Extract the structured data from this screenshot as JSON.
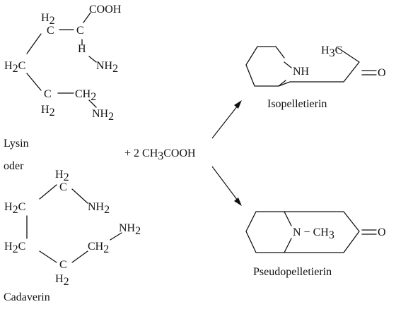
{
  "lysine": {
    "name": "Lysin",
    "or_label": "oder",
    "cooh": "COOH",
    "h2": "H",
    "sub2": "2",
    "c": "C",
    "h": "H",
    "nh": "NH",
    "h2c": "H",
    "ch": "CH"
  },
  "cadaverine": {
    "name": "Cadaverin",
    "h": "H",
    "sub2": "2",
    "c": "C",
    "nh": "NH",
    "ch": "CH"
  },
  "reagent": {
    "prefix": "+ 2 CH",
    "sub3": "3",
    "suffix": "COOH"
  },
  "isopelletierine": {
    "name": "Isopelletierin",
    "nh": "NH",
    "h3c_h": "H",
    "sub3": "3",
    "h3c_c": "C",
    "o": "O"
  },
  "pseudopelletierine": {
    "name": "Pseudopelletierin",
    "n_ch": "N − CH",
    "sub3": "3",
    "o": "O"
  }
}
